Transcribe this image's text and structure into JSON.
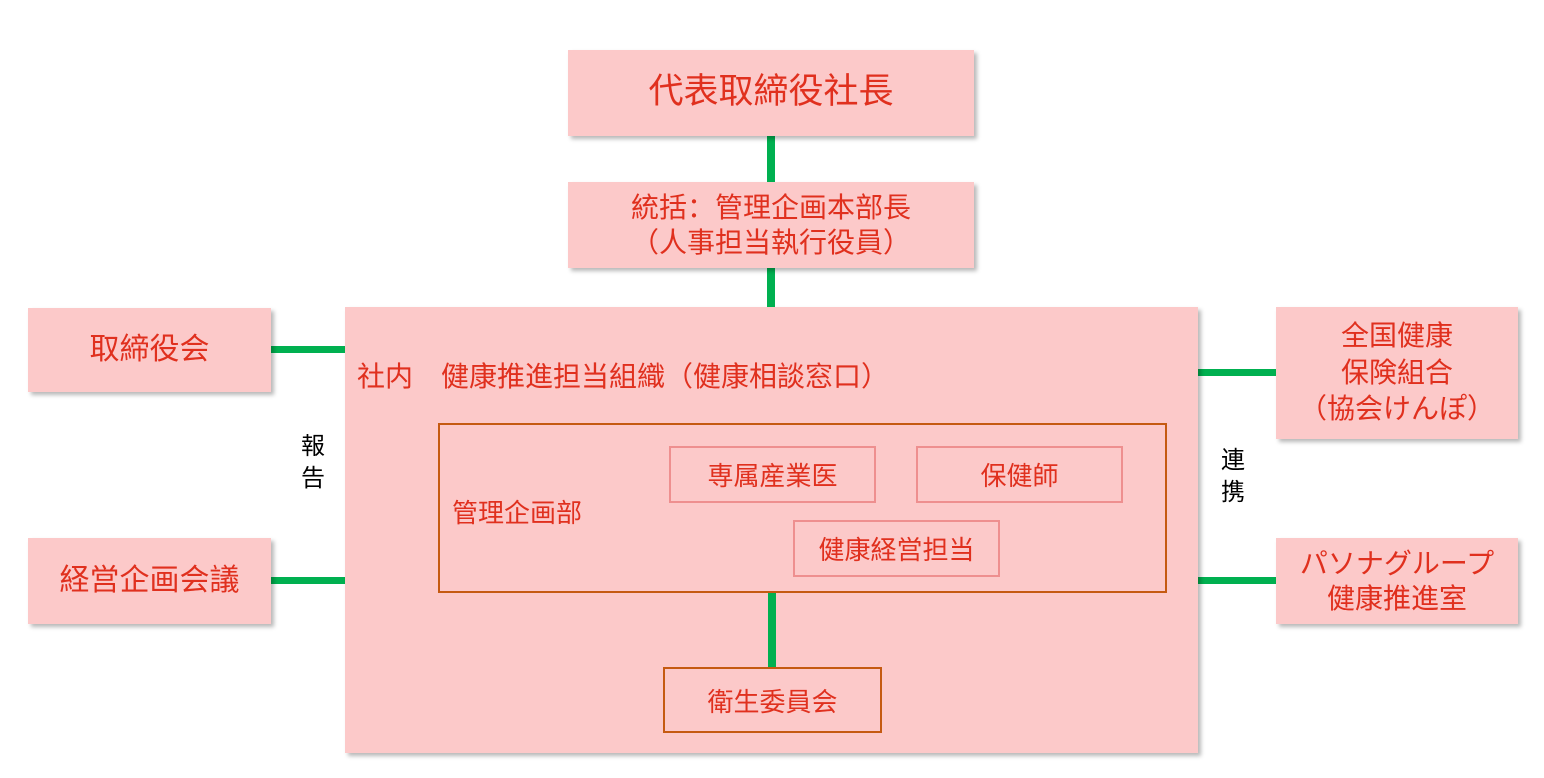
{
  "nodes": {
    "ceo": "代表取締役社長",
    "supervisor_line1": "統括：管理企画本部長",
    "supervisor_line2": "（人事担当執行役員）",
    "board": "取締役会",
    "management_meeting": "経営企画会議",
    "org_title": "社内　健康推進担当組織（健康相談窓口）",
    "dept": "管理企画部",
    "doctor": "専属産業医",
    "nurse": "保健師",
    "health_mgmt": "健康経営担当",
    "safety_committee": "衛生委員会",
    "kyokai_line1": "全国健康",
    "kyokai_line2": "保険組合",
    "kyokai_line3": "（協会けんぽ）",
    "pasona_line1": "パソナグループ",
    "pasona_line2": "健康推進室"
  },
  "labels": {
    "report_1": "報",
    "report_2": "告",
    "coop_1": "連",
    "coop_2": "携"
  },
  "colors": {
    "box_fill": "#fcc9c9",
    "text": "#e0301e",
    "connector": "#00b050",
    "inner_border": "#c55a11",
    "sub_border": "#ee8f8f"
  }
}
